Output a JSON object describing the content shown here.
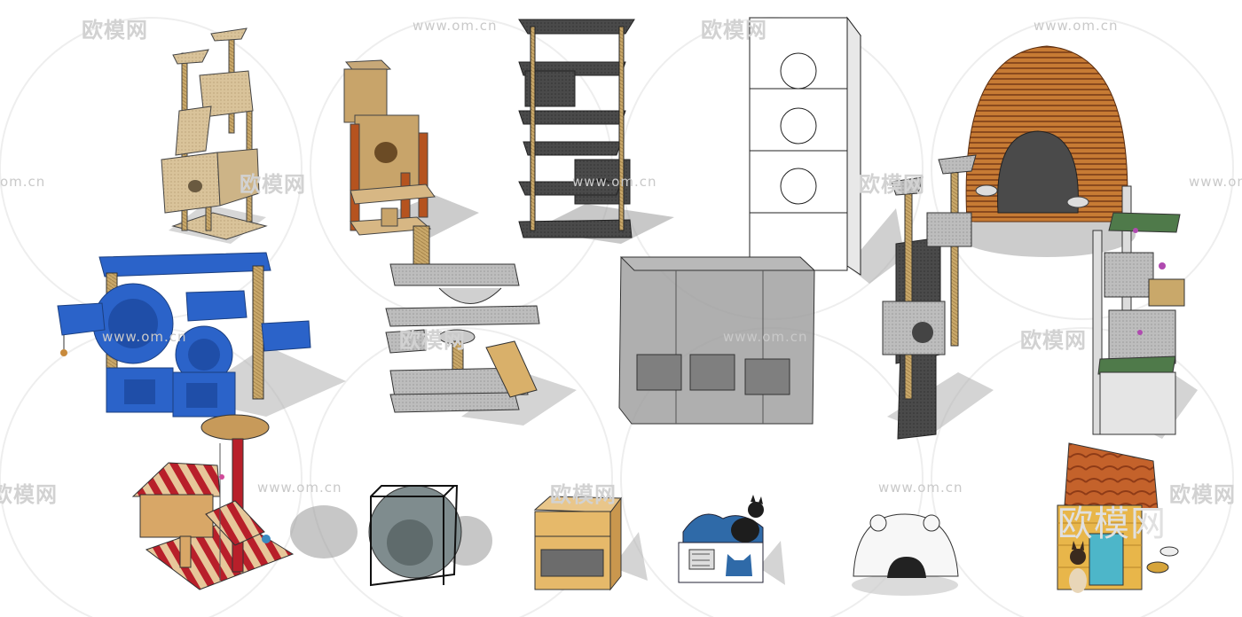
{
  "watermarks": {
    "url": "www.om.cn",
    "url_short": "om.cn",
    "brand": "欧模网",
    "brand_partial": "欧模网",
    "brand_big": "欧模网"
  }
}
